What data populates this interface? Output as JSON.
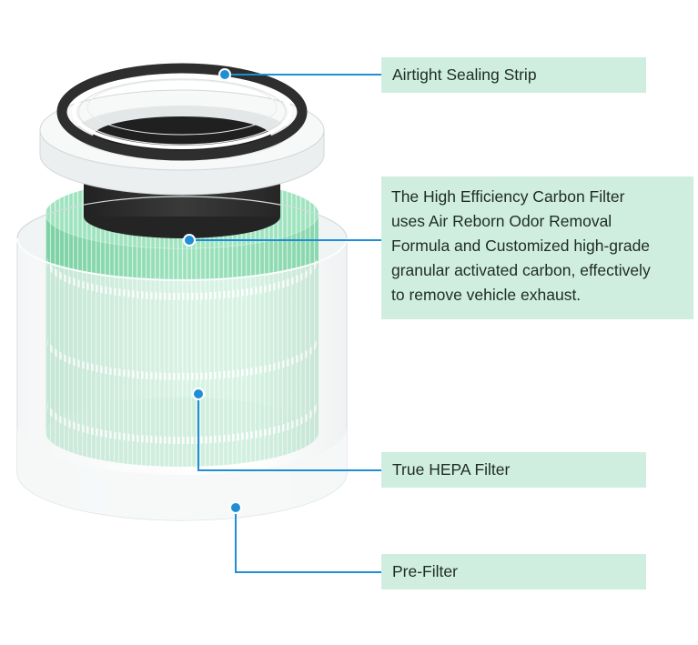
{
  "callouts": {
    "sealing_strip": "Airtight Sealing Strip",
    "carbon_filter": [
      "The High Efficiency Carbon Filter",
      "uses Air Reborn Odor Removal",
      "Formula and Customized high-grade",
      "granular activated carbon, effectively",
      "to remove vehicle exhaust."
    ],
    "hepa_filter": "True HEPA Filter",
    "pre_filter": "Pre-Filter"
  },
  "colors": {
    "callout_bg": "#cfeee0",
    "leader_line": "#1e8fd6",
    "hepa_green": "#8fdcb4",
    "carbon_black": "#2a2a2a",
    "gasket_black": "#333333",
    "prefilter_white": "#f3f5f6"
  }
}
